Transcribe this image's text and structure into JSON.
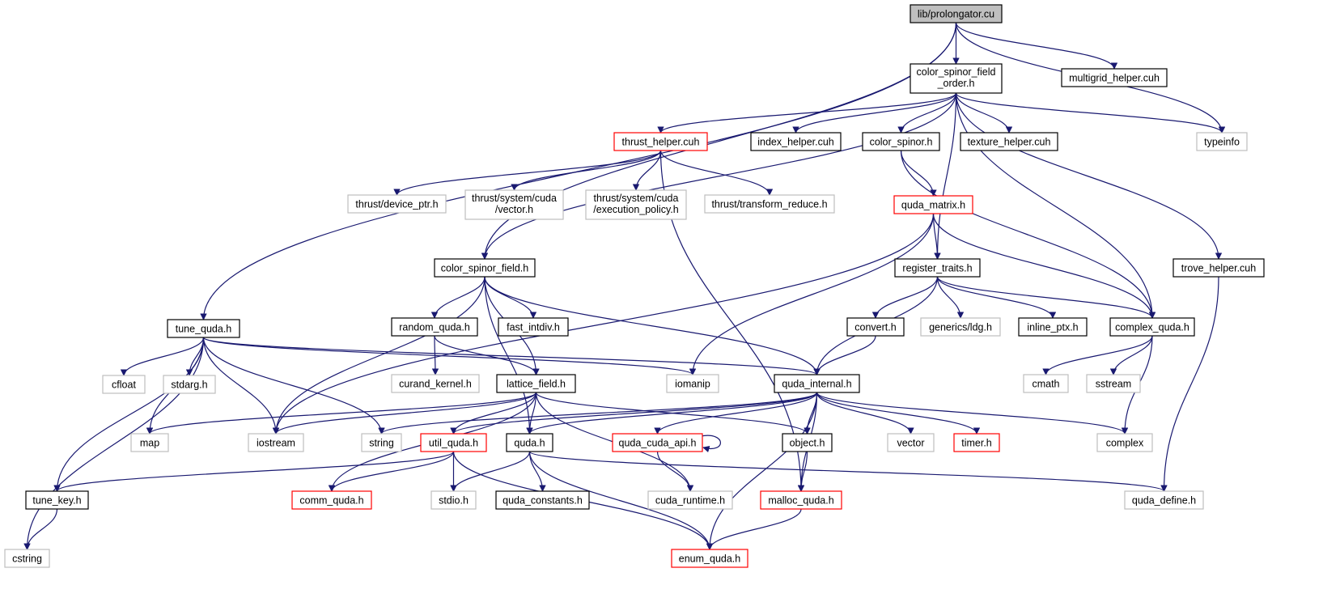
{
  "colors": {
    "edge": "#191970",
    "border_normal": "#000000",
    "border_truncated": "#ff0000",
    "border_external": "#bfbfbf",
    "root_fill": "#bfbfbf",
    "node_fill": "#ffffff"
  },
  "nodes": [
    {
      "id": "prolongator",
      "label": "lib/prolongator.cu",
      "kind": "root"
    },
    {
      "id": "csfo",
      "label": "color_spinor_field\n_order.h",
      "kind": "normal"
    },
    {
      "id": "multigrid",
      "label": "multigrid_helper.cuh",
      "kind": "normal"
    },
    {
      "id": "typeinfo",
      "label": "typeinfo",
      "kind": "external"
    },
    {
      "id": "thrust_helper",
      "label": "thrust_helper.cuh",
      "kind": "truncated"
    },
    {
      "id": "index_helper",
      "label": "index_helper.cuh",
      "kind": "normal"
    },
    {
      "id": "color_spinor",
      "label": "color_spinor.h",
      "kind": "normal"
    },
    {
      "id": "texture_helper",
      "label": "texture_helper.cuh",
      "kind": "normal"
    },
    {
      "id": "thrust_dev",
      "label": "thrust/device_ptr.h",
      "kind": "external"
    },
    {
      "id": "thrust_vec",
      "label": "thrust/system/cuda\n/vector.h",
      "kind": "external"
    },
    {
      "id": "thrust_exec",
      "label": "thrust/system/cuda\n/execution_policy.h",
      "kind": "external"
    },
    {
      "id": "thrust_tr",
      "label": "thrust/transform_reduce.h",
      "kind": "external"
    },
    {
      "id": "quda_matrix",
      "label": "quda_matrix.h",
      "kind": "truncated"
    },
    {
      "id": "csf",
      "label": "color_spinor_field.h",
      "kind": "normal"
    },
    {
      "id": "register_traits",
      "label": "register_traits.h",
      "kind": "normal"
    },
    {
      "id": "trove",
      "label": "trove_helper.cuh",
      "kind": "normal"
    },
    {
      "id": "tune_quda",
      "label": "tune_quda.h",
      "kind": "normal"
    },
    {
      "id": "random_quda",
      "label": "random_quda.h",
      "kind": "normal"
    },
    {
      "id": "fast_intdiv",
      "label": "fast_intdiv.h",
      "kind": "normal"
    },
    {
      "id": "convert",
      "label": "convert.h",
      "kind": "normal"
    },
    {
      "id": "ldg",
      "label": "generics/ldg.h",
      "kind": "external"
    },
    {
      "id": "inline_ptx",
      "label": "inline_ptx.h",
      "kind": "normal"
    },
    {
      "id": "complex_quda",
      "label": "complex_quda.h",
      "kind": "normal"
    },
    {
      "id": "cfloat",
      "label": "cfloat",
      "kind": "external"
    },
    {
      "id": "stdarg",
      "label": "stdarg.h",
      "kind": "external"
    },
    {
      "id": "curand",
      "label": "curand_kernel.h",
      "kind": "external"
    },
    {
      "id": "lattice_field",
      "label": "lattice_field.h",
      "kind": "normal"
    },
    {
      "id": "iomanip",
      "label": "iomanip",
      "kind": "external"
    },
    {
      "id": "quda_internal",
      "label": "quda_internal.h",
      "kind": "normal"
    },
    {
      "id": "cmath",
      "label": "cmath",
      "kind": "external"
    },
    {
      "id": "sstream",
      "label": "sstream",
      "kind": "external"
    },
    {
      "id": "map",
      "label": "map",
      "kind": "external"
    },
    {
      "id": "iostream",
      "label": "iostream",
      "kind": "external"
    },
    {
      "id": "string",
      "label": "string",
      "kind": "external"
    },
    {
      "id": "util_quda",
      "label": "util_quda.h",
      "kind": "truncated"
    },
    {
      "id": "quda_h",
      "label": "quda.h",
      "kind": "normal"
    },
    {
      "id": "quda_cuda_api",
      "label": "quda_cuda_api.h",
      "kind": "truncated"
    },
    {
      "id": "object",
      "label": "object.h",
      "kind": "normal"
    },
    {
      "id": "vector",
      "label": "vector",
      "kind": "external"
    },
    {
      "id": "timer",
      "label": "timer.h",
      "kind": "truncated"
    },
    {
      "id": "complex",
      "label": "complex",
      "kind": "external"
    },
    {
      "id": "tune_key",
      "label": "tune_key.h",
      "kind": "normal"
    },
    {
      "id": "comm_quda",
      "label": "comm_quda.h",
      "kind": "truncated"
    },
    {
      "id": "stdio",
      "label": "stdio.h",
      "kind": "external"
    },
    {
      "id": "quda_constants",
      "label": "quda_constants.h",
      "kind": "normal"
    },
    {
      "id": "cuda_runtime",
      "label": "cuda_runtime.h",
      "kind": "external"
    },
    {
      "id": "malloc_quda",
      "label": "malloc_quda.h",
      "kind": "truncated"
    },
    {
      "id": "quda_define",
      "label": "quda_define.h",
      "kind": "external"
    },
    {
      "id": "cstring",
      "label": "cstring",
      "kind": "external"
    },
    {
      "id": "enum_quda",
      "label": "enum_quda.h",
      "kind": "truncated"
    }
  ],
  "edges": [
    [
      "prolongator",
      "csfo"
    ],
    [
      "prolongator",
      "multigrid"
    ],
    [
      "prolongator",
      "typeinfo"
    ],
    [
      "prolongator",
      "csf"
    ],
    [
      "prolongator",
      "tune_quda"
    ],
    [
      "csfo",
      "thrust_helper"
    ],
    [
      "csfo",
      "index_helper"
    ],
    [
      "csfo",
      "color_spinor"
    ],
    [
      "csfo",
      "texture_helper"
    ],
    [
      "csfo",
      "typeinfo"
    ],
    [
      "csfo",
      "csf"
    ],
    [
      "csfo",
      "register_traits"
    ],
    [
      "csfo",
      "complex_quda"
    ],
    [
      "csfo",
      "trove"
    ],
    [
      "thrust_helper",
      "thrust_dev"
    ],
    [
      "thrust_helper",
      "thrust_vec"
    ],
    [
      "thrust_helper",
      "thrust_exec"
    ],
    [
      "thrust_helper",
      "thrust_tr"
    ],
    [
      "thrust_helper",
      "malloc_quda"
    ],
    [
      "color_spinor",
      "quda_matrix"
    ],
    [
      "color_spinor",
      "complex_quda"
    ],
    [
      "quda_matrix",
      "register_traits"
    ],
    [
      "quda_matrix",
      "complex_quda"
    ],
    [
      "quda_matrix",
      "iostream"
    ],
    [
      "quda_matrix",
      "iomanip"
    ],
    [
      "csf",
      "random_quda"
    ],
    [
      "csf",
      "fast_intdiv"
    ],
    [
      "csf",
      "lattice_field"
    ],
    [
      "csf",
      "quda_internal"
    ],
    [
      "csf",
      "iostream"
    ],
    [
      "csf",
      "quda_h"
    ],
    [
      "register_traits",
      "convert"
    ],
    [
      "register_traits",
      "ldg"
    ],
    [
      "register_traits",
      "inline_ptx"
    ],
    [
      "register_traits",
      "complex_quda"
    ],
    [
      "register_traits",
      "quda_internal"
    ],
    [
      "trove",
      "quda_define"
    ],
    [
      "tune_quda",
      "cfloat"
    ],
    [
      "tune_quda",
      "stdarg"
    ],
    [
      "tune_quda",
      "iostream"
    ],
    [
      "tune_quda",
      "map"
    ],
    [
      "tune_quda",
      "string"
    ],
    [
      "tune_quda",
      "tune_key"
    ],
    [
      "tune_quda",
      "cstring"
    ],
    [
      "tune_quda",
      "iomanip"
    ],
    [
      "tune_quda",
      "quda_internal"
    ],
    [
      "random_quda",
      "curand"
    ],
    [
      "random_quda",
      "lattice_field"
    ],
    [
      "convert",
      "quda_internal"
    ],
    [
      "complex_quda",
      "cmath"
    ],
    [
      "complex_quda",
      "sstream"
    ],
    [
      "complex_quda",
      "complex"
    ],
    [
      "lattice_field",
      "map"
    ],
    [
      "lattice_field",
      "iostream"
    ],
    [
      "lattice_field",
      "util_quda"
    ],
    [
      "lattice_field",
      "quda_h"
    ],
    [
      "lattice_field",
      "object"
    ],
    [
      "lattice_field",
      "cuda_runtime"
    ],
    [
      "lattice_field",
      "comm_quda"
    ],
    [
      "quda_internal",
      "string"
    ],
    [
      "quda_internal",
      "util_quda"
    ],
    [
      "quda_internal",
      "quda_h"
    ],
    [
      "quda_internal",
      "quda_cuda_api"
    ],
    [
      "quda_internal",
      "object"
    ],
    [
      "quda_internal",
      "vector"
    ],
    [
      "quda_internal",
      "timer"
    ],
    [
      "quda_internal",
      "complex"
    ],
    [
      "quda_internal",
      "malloc_quda"
    ],
    [
      "quda_internal",
      "enum_quda"
    ],
    [
      "util_quda",
      "tune_key"
    ],
    [
      "util_quda",
      "comm_quda"
    ],
    [
      "util_quda",
      "stdio"
    ],
    [
      "util_quda",
      "enum_quda"
    ],
    [
      "quda_h",
      "stdio"
    ],
    [
      "quda_h",
      "quda_constants"
    ],
    [
      "quda_h",
      "quda_define"
    ],
    [
      "quda_h",
      "enum_quda"
    ],
    [
      "quda_cuda_api",
      "cuda_runtime"
    ],
    [
      "quda_cuda_api",
      "quda_cuda_api"
    ],
    [
      "object",
      "malloc_quda"
    ],
    [
      "tune_key",
      "cstring"
    ],
    [
      "malloc_quda",
      "enum_quda"
    ]
  ]
}
